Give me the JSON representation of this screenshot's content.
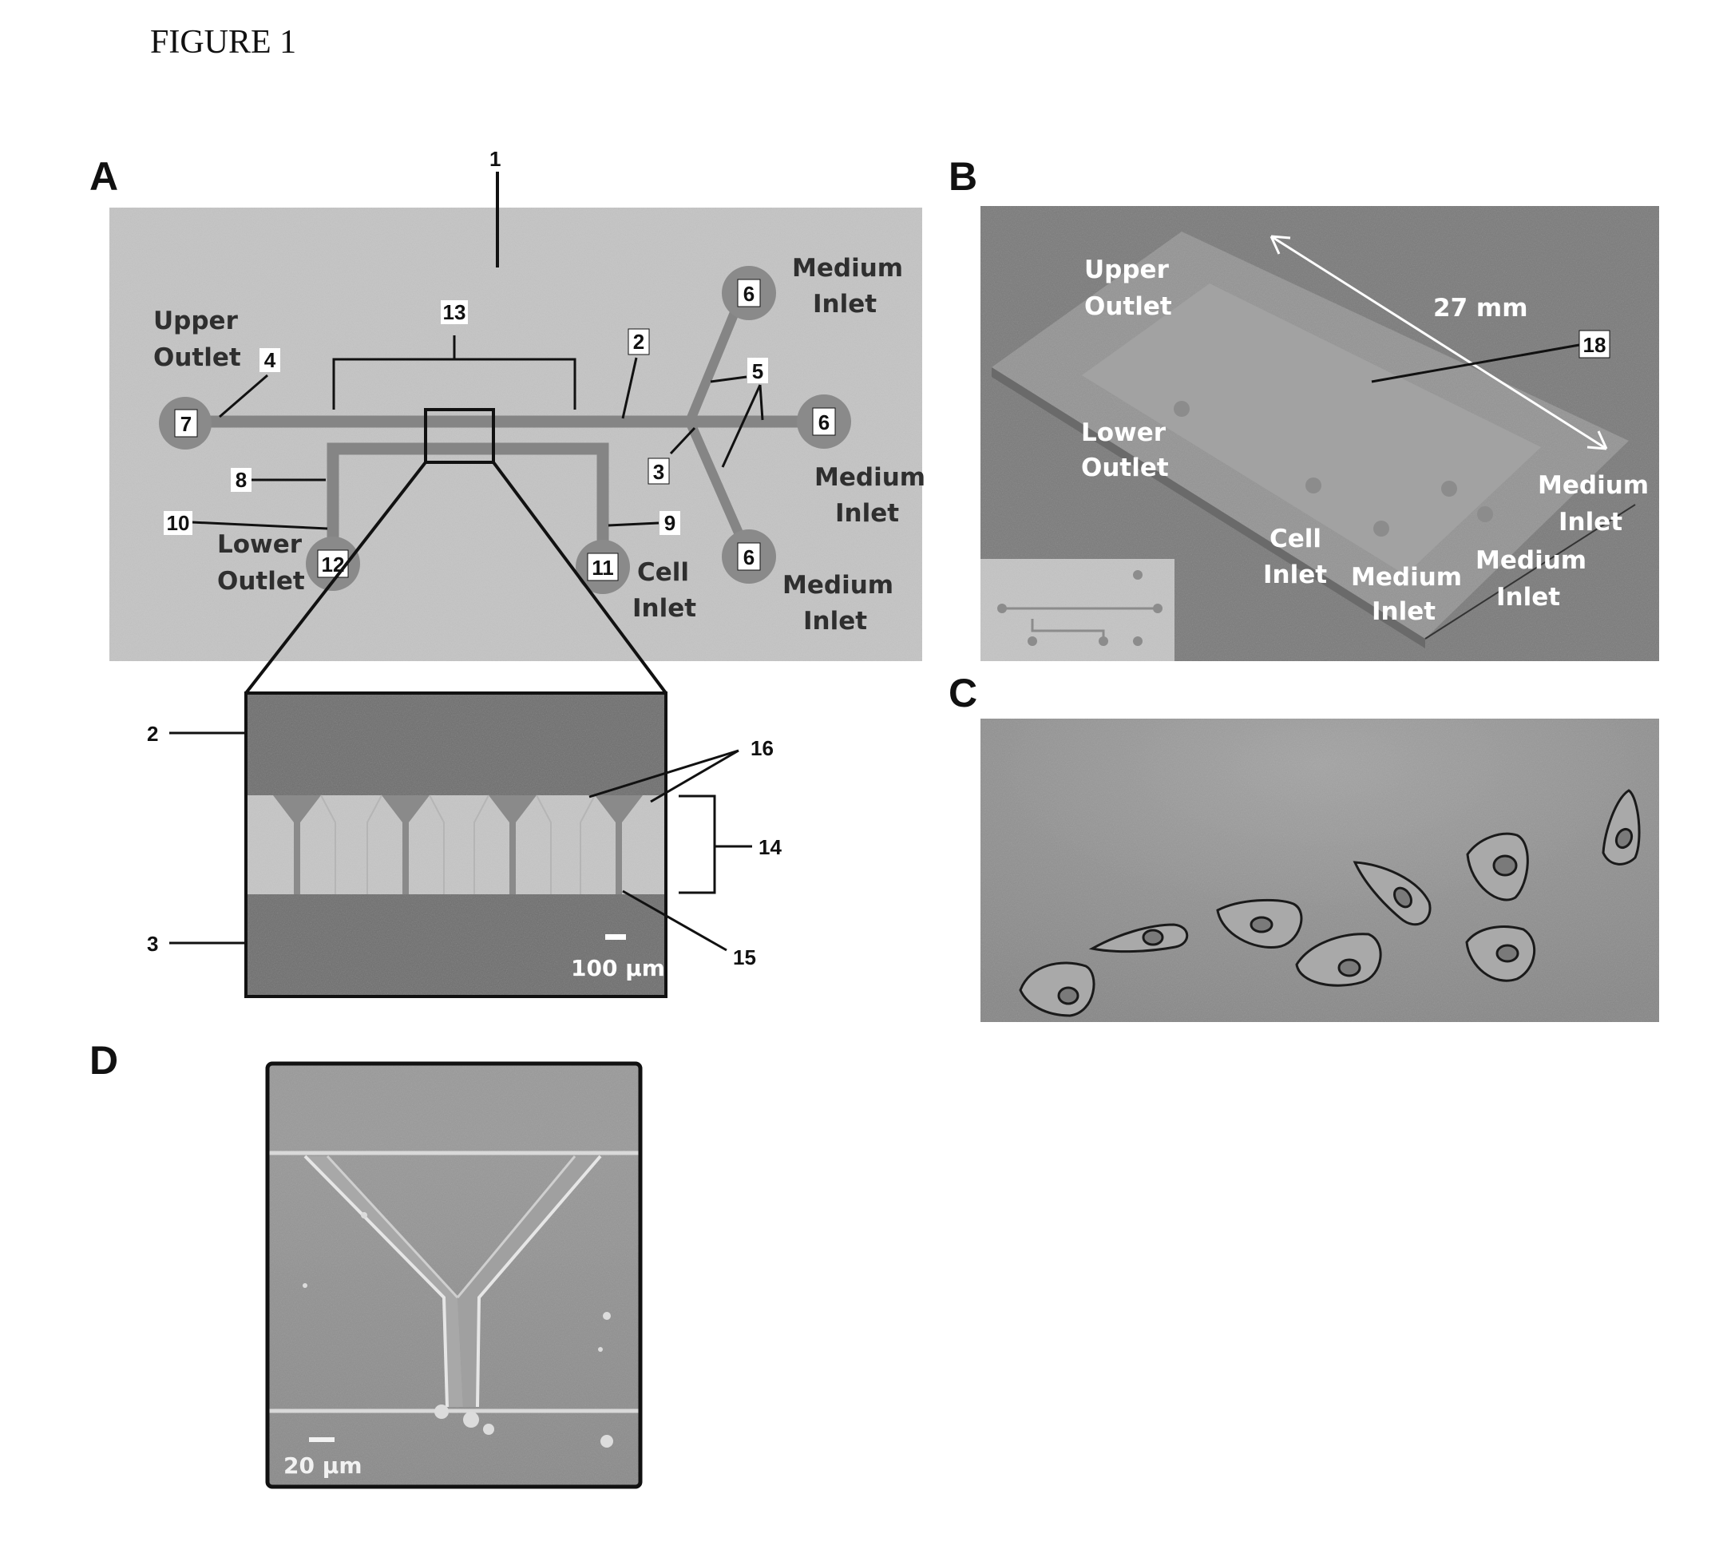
{
  "figure_title": "FIGURE 1",
  "panels": {
    "A": {
      "letter": "A",
      "top": {
        "device_ref": "1",
        "upper_outlet": [
          "Upper",
          "Outlet"
        ],
        "lower_outlet": [
          "Lower",
          "Outlet"
        ],
        "cell_inlet": [
          "Cell",
          "Inlet"
        ],
        "medium_inlet": [
          "Medium",
          "Inlet"
        ],
        "port_numbers": {
          "upper_outlet": "7",
          "medium_top": "6",
          "medium_right": "6",
          "medium_bottom": "6",
          "lower_outlet": "12",
          "cell_inlet": "11"
        },
        "refs": {
          "upper_channel": "2",
          "lower_channel": "3",
          "upper_outlet_channel": "4",
          "medium_branches": "5",
          "lower_left_leg": "8",
          "cell_inlet_channel": "9",
          "lower_outlet_channel": "10",
          "region": "13"
        }
      },
      "zoom": {
        "ref_upper_channel": "2",
        "ref_lower_channel": "3",
        "ref_barrier": "14",
        "ref_constriction": "15",
        "ref_funnel": "16",
        "scale_bar": "100 µm"
      }
    },
    "B": {
      "letter": "B",
      "upper_outlet": [
        "Upper",
        "Outlet"
      ],
      "lower_outlet": [
        "Lower",
        "Outlet"
      ],
      "cell_inlet": [
        "Cell",
        "Inlet"
      ],
      "medium_inlet": [
        "Medium",
        "Inlet"
      ],
      "dimension": "27 mm",
      "ref": "18"
    },
    "C": {
      "letter": "C"
    },
    "D": {
      "letter": "D",
      "scale_bar": "20 µm"
    }
  },
  "colors": {
    "page": "#ffffff",
    "panel_a_bg": "#c4c4c4",
    "channel": "#858585",
    "port": "#8a8a8a",
    "zoom_dark": "#6e6e6e",
    "zoom_light": "#c6c6c6",
    "panel_b_bg": "#7a7a7a",
    "panel_b_chip": "#9a9a9a",
    "panel_c_bg": "#8e8e8e",
    "cell_fill": "#a9a9a9",
    "panel_d_bg": "#929292"
  }
}
